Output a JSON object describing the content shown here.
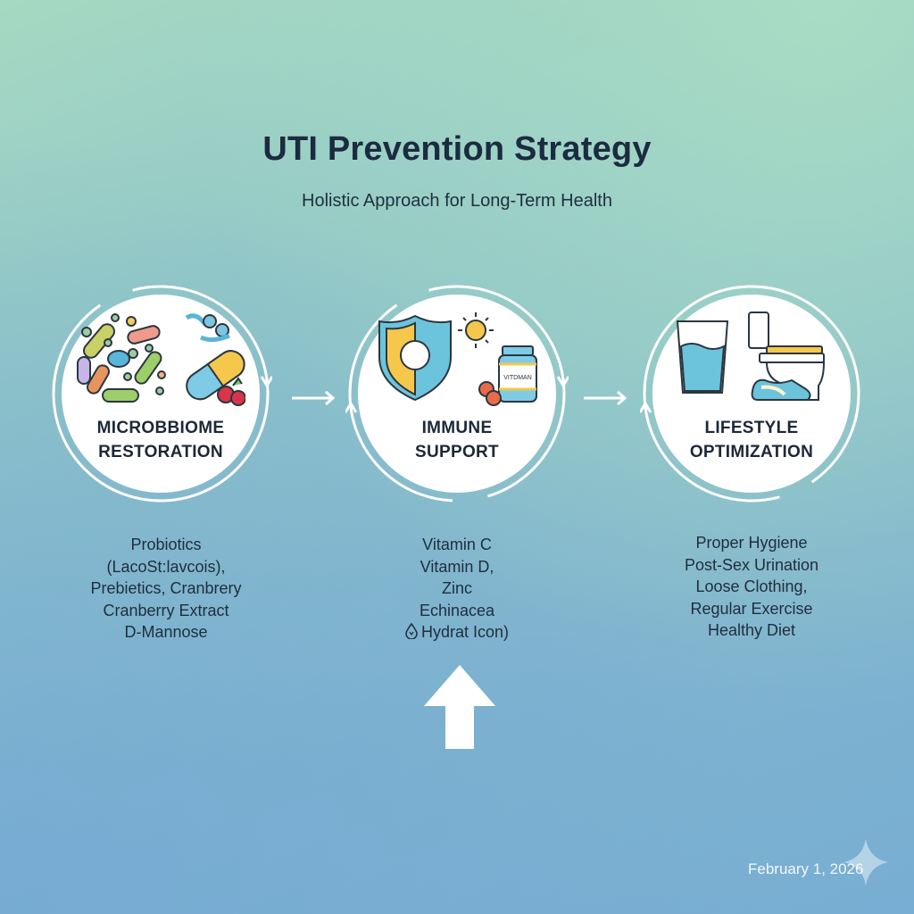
{
  "header": {
    "title": "UTI Prevention Strategy",
    "subtitle": "Holistic Approach for Long-Term Health"
  },
  "stages": [
    {
      "title_line1": "MICROBBIOME",
      "title_line2": "RESTORATION",
      "icon": "bacteria-probiotic-capsule-cranberry-icon",
      "items": [
        "Probiotics",
        "(LacoSt:lavcois),",
        "Prebietics, Cranbrery",
        "Cranberry Extract",
        "D-Mannose"
      ]
    },
    {
      "title_line1": "IMMUNE",
      "title_line2": "SUPPORT",
      "icon": "shield-sun-vitamin-bottle-icon",
      "bottle_label": "VITDMAN",
      "items": [
        "Vitamin C",
        "Vitamin D,",
        "Zinc",
        "Echinacea",
        "Hydrat Icon)"
      ],
      "items_last_icon": "water-drop-icon"
    },
    {
      "title_line1": "LIFESTYLE",
      "title_line2": "OPTIMIZATION",
      "icon": "water-glass-toilet-sneaker-icon",
      "items": [
        "Proper Hygiene",
        "Post-Sex Urination",
        "Loose Clothing,",
        "Regular Exercise",
        "Healthy Diet"
      ]
    }
  ],
  "footer": {
    "date": "February 1, 2026",
    "watermark_icon": "sparkle-icon"
  },
  "colors": {
    "title": "#1c2b40",
    "bg_top_right": "#a6d9c2",
    "bg_bottom_left": "#78aed3",
    "accent_blue": "#5bbfd6",
    "accent_yellow": "#f5c84c",
    "accent_green": "#9ccf6a",
    "accent_red": "#d9344a"
  }
}
